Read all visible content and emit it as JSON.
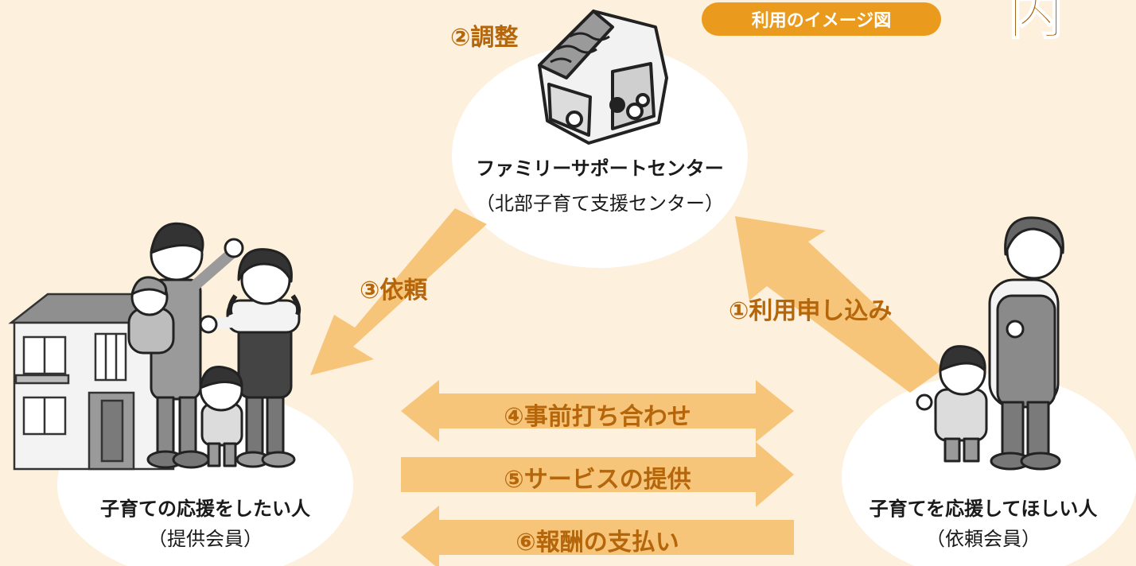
{
  "header": {
    "badge": "利用のイメージ図",
    "corner_glyph": "内"
  },
  "center": {
    "name": "ファミリーサポートセンター",
    "sub": "（北部子育て支援センター）"
  },
  "left_party": {
    "name": "子育ての応援をしたい人",
    "sub": "（提供会員）"
  },
  "right_party": {
    "name": "子育てを応援してほしい人",
    "sub": "（依頼会員）"
  },
  "steps": {
    "s1": "①利用申し込み",
    "s2": "②調整",
    "s3": "③依頼",
    "s4": "④事前打ち合わせ",
    "s5": "⑤サービスの提供",
    "s6": "⑥報酬の支払い"
  },
  "colors": {
    "background": "#fdf0dc",
    "arrow": "#f7c57a",
    "badge": "#ea9a1c",
    "step_text": "#b5650a",
    "blob": "#ffffff"
  },
  "icons": [
    "playhouse-icon",
    "house-icon",
    "family-illustration",
    "mother-child-illustration"
  ]
}
